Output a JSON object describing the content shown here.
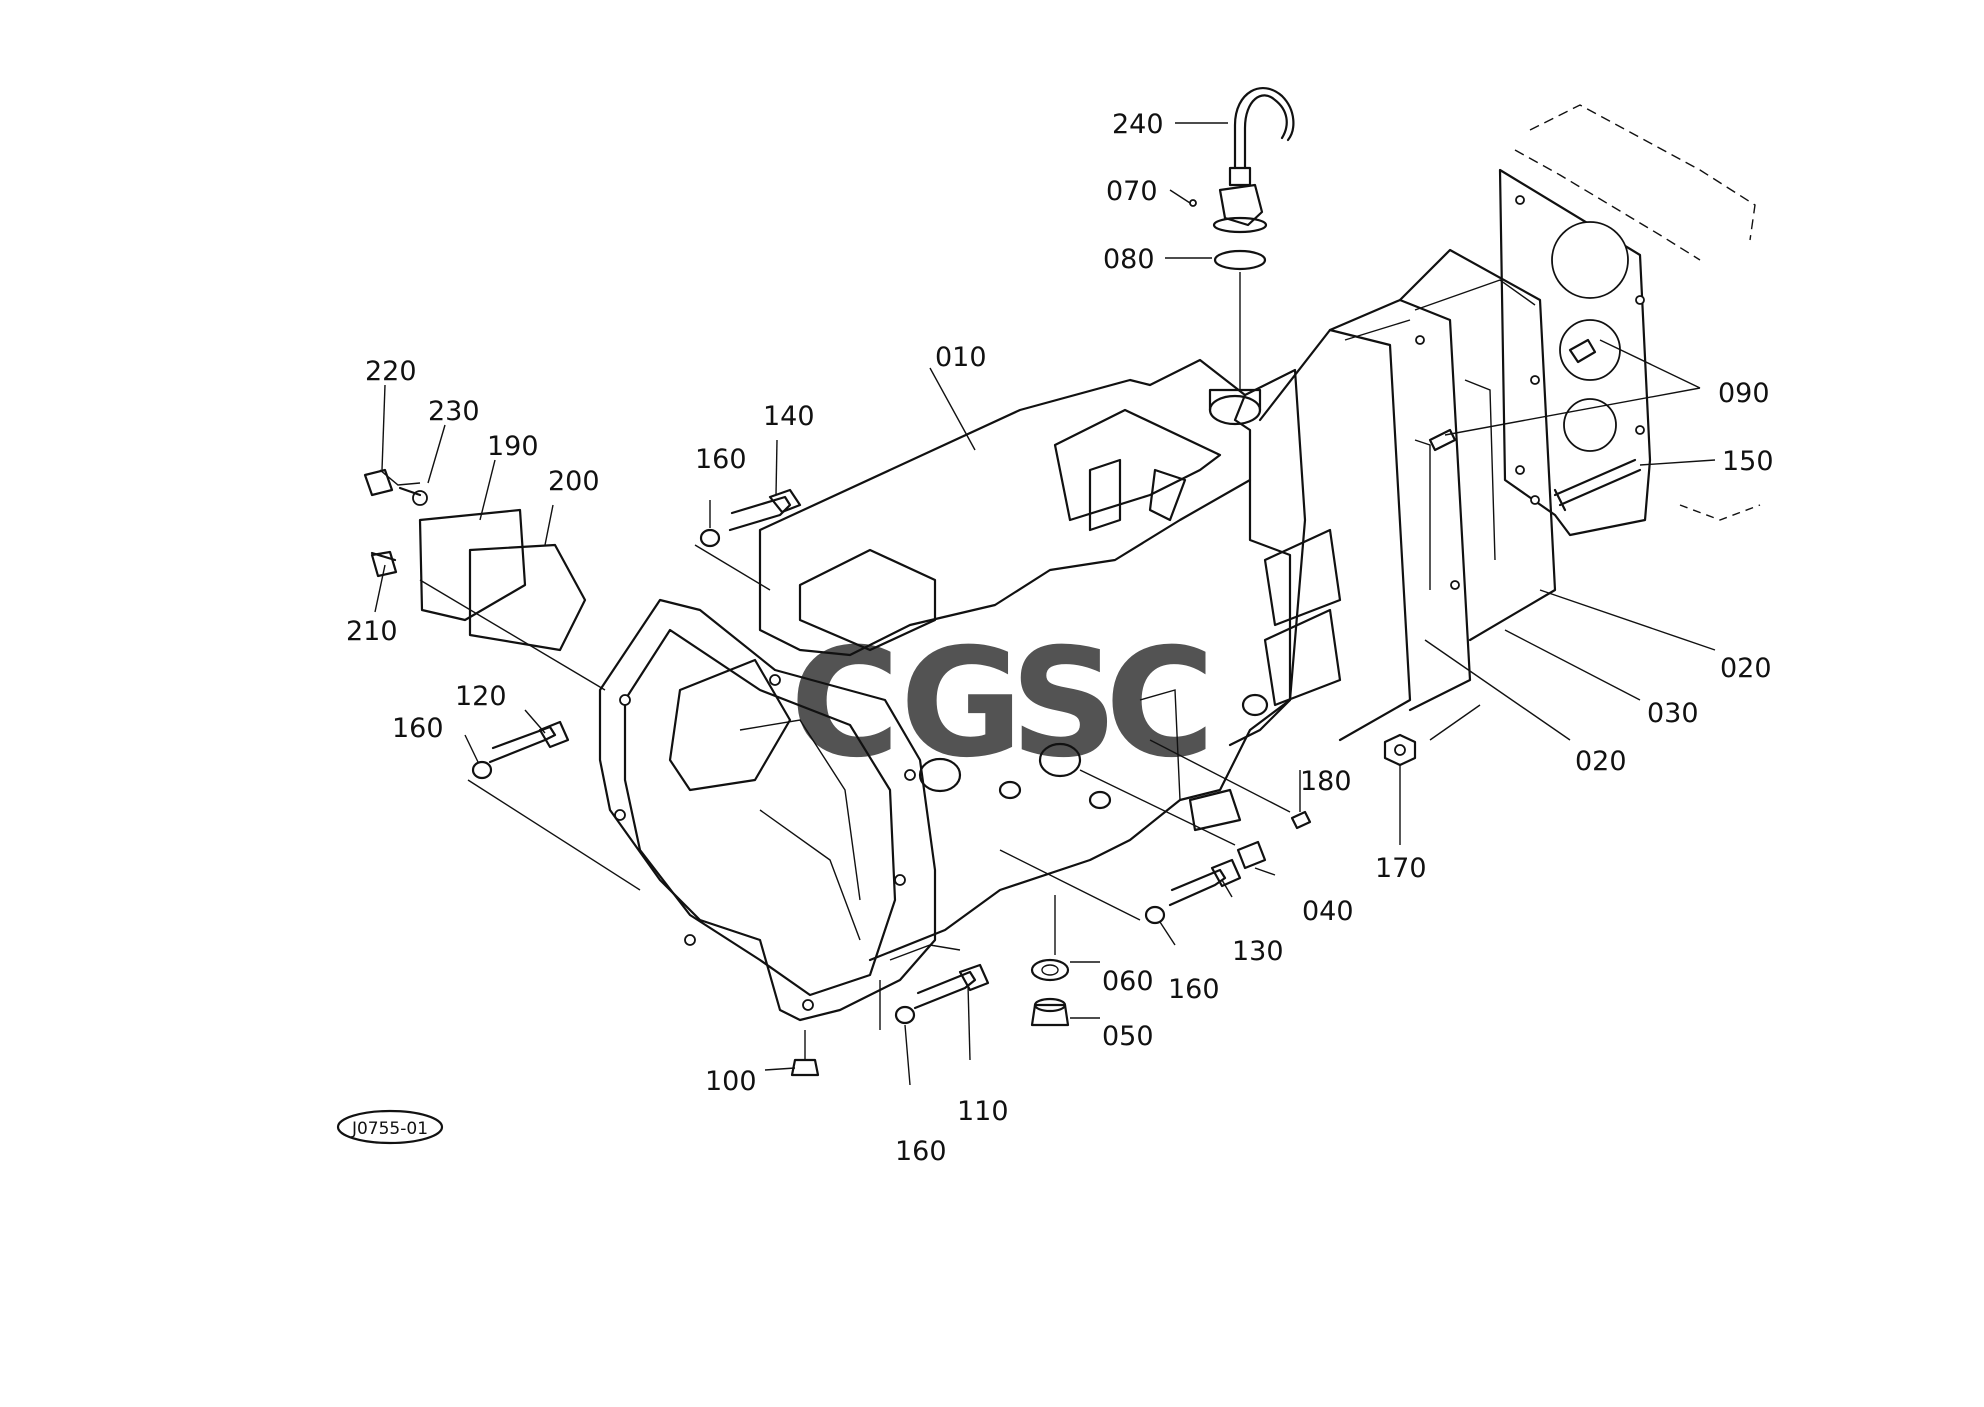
{
  "diagram": {
    "drawing_code": "J0755-01",
    "watermark": {
      "letters": [
        "C",
        "G",
        "S",
        "C"
      ],
      "colors": [
        "#4f8ff0",
        "#f07a72",
        "#f6cd48",
        "#5fb98a"
      ]
    },
    "parts": {
      "p010": "010",
      "p020a": "020",
      "p020b": "020",
      "p030": "030",
      "p040": "040",
      "p050": "050",
      "p060": "060",
      "p070": "070",
      "p080": "080",
      "p090": "090",
      "p100": "100",
      "p110": "110",
      "p120": "120",
      "p130": "130",
      "p140": "140",
      "p150": "150",
      "p160a": "160",
      "p160b": "160",
      "p160c": "160",
      "p160d": "160",
      "p170": "170",
      "p180": "180",
      "p190": "190",
      "p200": "200",
      "p210": "210",
      "p220": "220",
      "p230": "230",
      "p240": "240"
    }
  }
}
